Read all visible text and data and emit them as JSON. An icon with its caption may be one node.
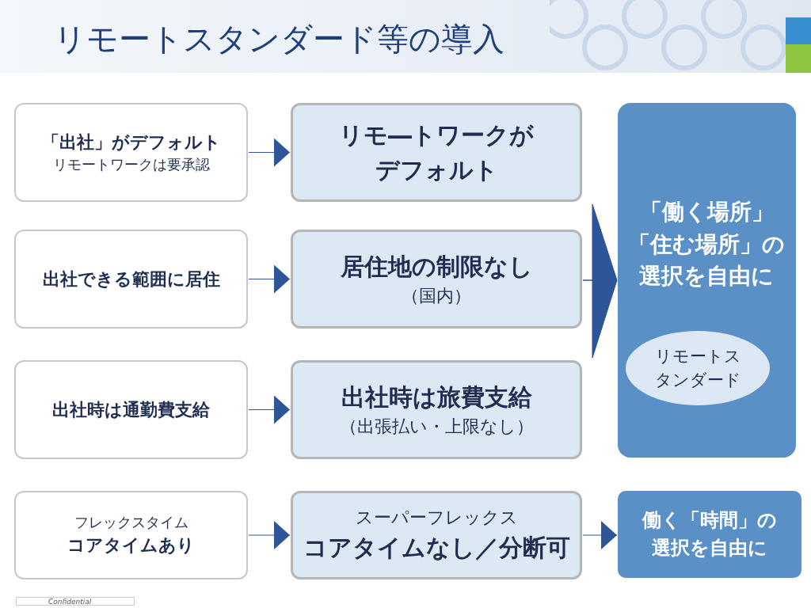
{
  "diagram": {
    "title": "リモートスタンダード等の導入",
    "nodes": [
      {
        "text": [
          "「出社」がデフォルト",
          "リモートワークは要承認"
        ]
      },
      {
        "text": [
          "リモ―トワークがデフォルト"
        ]
      },
      {
        "text": [
          "出社できる範囲に居住"
        ]
      },
      {
        "text": [
          "居住地の制限なし",
          "（国内）"
        ]
      },
      {
        "text": [
          "出社時は通勤費支給"
        ]
      },
      {
        "text": [
          "出社時は旅費支給",
          "（出張払い・上限なし）"
        ]
      },
      {
        "text": [
          "「働く場所」「住む場所」の選択を自由に"
        ]
      },
      {
        "text": [
          "リモートスタンダード"
        ],
        "in": 6
      },
      {
        "text": [
          "フレックスタイム",
          "コアタイムあり"
        ]
      },
      {
        "text": [
          "スーパーフレックス",
          "コアタイムなし／分断可"
        ]
      },
      {
        "text": [
          "働く「時間」の選択を自由に"
        ]
      }
    ],
    "edges": [
      {
        "from": 0,
        "to": 1,
        "arrow": "to"
      },
      {
        "from": 2,
        "to": 3,
        "arrow": "to"
      },
      {
        "from": 4,
        "to": 5,
        "arrow": "to"
      },
      {
        "from": 1,
        "to": 6,
        "arrow": "to"
      },
      {
        "from": 3,
        "to": 6,
        "arrow": "to"
      },
      {
        "from": 5,
        "to": 6,
        "arrow": "to"
      },
      {
        "from": 8,
        "to": 9,
        "arrow": "to"
      },
      {
        "from": 9,
        "to": 10,
        "arrow": "to"
      }
    ],
    "labels": [
      "Confidential"
    ]
  }
}
